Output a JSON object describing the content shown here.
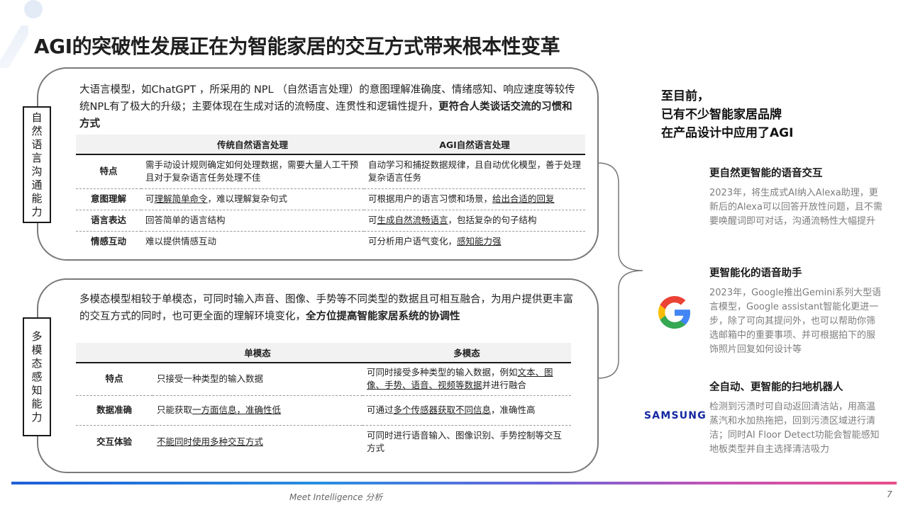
{
  "title": "AGI的突破性发展正在为智能家居的交互方式带来根本性变革",
  "top_section": {
    "side_label": "自然语言沟通能力",
    "intro_text": "大语言模型，如ChatGPT ，所采用的 NPL （自然语言处理）的意图理解准确度、情绪感知、响应速度等较传统NPL有了极大的升级；主要体现在生成对话的流畅度、连贯性和逻辑性提升，",
    "intro_bold": "更符合人类谈话交流的习惯和方式",
    "table": {
      "col1": "传统自然语言处理",
      "col2": "AGI自然语言处理",
      "rows": [
        {
          "label": "特点",
          "a": "需手动设计规则确定如何处理数据，需要大量人工干预且对于复杂语言任务处理不佳",
          "b": "自动学习和捕捉数据规律，且自动优化模型，善于处理复杂语言任务"
        },
        {
          "label": "意图理解",
          "a_pre": "可",
          "a_u": "理解简单命令",
          "a_post": "，难以理解复杂句式",
          "b_pre": "可根据用户的语言习惯和场景，",
          "b_u": "给出合适的回复"
        },
        {
          "label": "语言表达",
          "a": "回答简单的语言结构",
          "b_pre": "可",
          "b_u": "生成自然流畅语言",
          "b_post": "，包括复杂的句子结构"
        },
        {
          "label": "情感互动",
          "a": "难以提供情感互动",
          "b_pre": "可分析用户语气变化，",
          "b_u": "感知能力强"
        }
      ]
    }
  },
  "bottom_section": {
    "side_label": "多模态感知能力",
    "intro_text": "多模态模型相较于单模态，可同时输入声音、图像、手势等不同类型的数据且可相互融合，为用户提供更丰富的交互方式的同时，也可更全面的理解环境变化，",
    "intro_bold": "全方位提高智能家居系统的协调性",
    "table": {
      "col1": "单模态",
      "col2": "多模态",
      "rows": [
        {
          "label": "特点",
          "a": "只接受一种类型的输入数据",
          "b_pre": "可同时接受多种类型的输入数据，例如",
          "b_u": "文本、图像、手势、语音、视频等数据",
          "b_post": "并进行融合"
        },
        {
          "label": "数据准确",
          "a_pre": "只能获取",
          "a_u": "一方面信息，准确性低",
          "b_pre": "可通过",
          "b_u": "多个传感器获取不同信息",
          "b_post": "，准确性高"
        },
        {
          "label": "交互体验",
          "a_u": "不能同时使用多种交互方式",
          "b": "可同时进行语音输入、图像识别、手势控制等交互方式"
        }
      ]
    }
  },
  "right": {
    "heading_lines": [
      "至目前，",
      "已有不少智能家居品牌",
      "在产品设计中应用了AGI"
    ],
    "features": [
      {
        "title": "更自然更智能的语音交互",
        "desc": "2023年，将生成式AI纳入Alexa助理，更新后的Alexa可以回答开放性问题，且不需要唤醒词即可对话，沟通流畅性大幅提升"
      },
      {
        "title": "更智能化的语音助手",
        "desc": "2023年，Google推出Gemini系列大型语言模型，Google assistant智能化更进一步，除了可向其提问外，也可以帮助你筛选邮箱中的重要事项、并可根据拍下的服饰照片回复如何设计等"
      },
      {
        "title": "全自动、更智能的扫地机器人",
        "desc": "检测到污渍时可自动返回清洁站，用高温蒸汽和水加热拖把，回到污渍区域进行清洁；同时AI Floor Detect功能会智能感知地板类型并自主选择清洁吸力"
      }
    ],
    "samsung_logo": "SAMSUNG",
    "google_icon": "google-g-icon"
  },
  "footer": "Meet Intelligence 分析",
  "page_number": "7",
  "colors": {
    "accent_bar_start": "#1f5fd6",
    "accent_bar_end": "#e84e8a",
    "samsung_blue": "#1428a0"
  }
}
